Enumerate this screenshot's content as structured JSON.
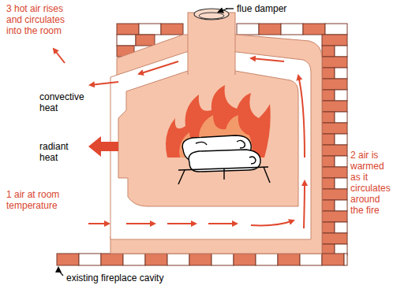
{
  "diagram": {
    "labels": [
      "3 hot air rises and circulates into the room",
      "flue damper",
      "convective heat",
      "radiant heat",
      "1 air at room temperature",
      "2 air is warmed as it circulates around the fire",
      "existing fireplace cavity"
    ]
  }
}
